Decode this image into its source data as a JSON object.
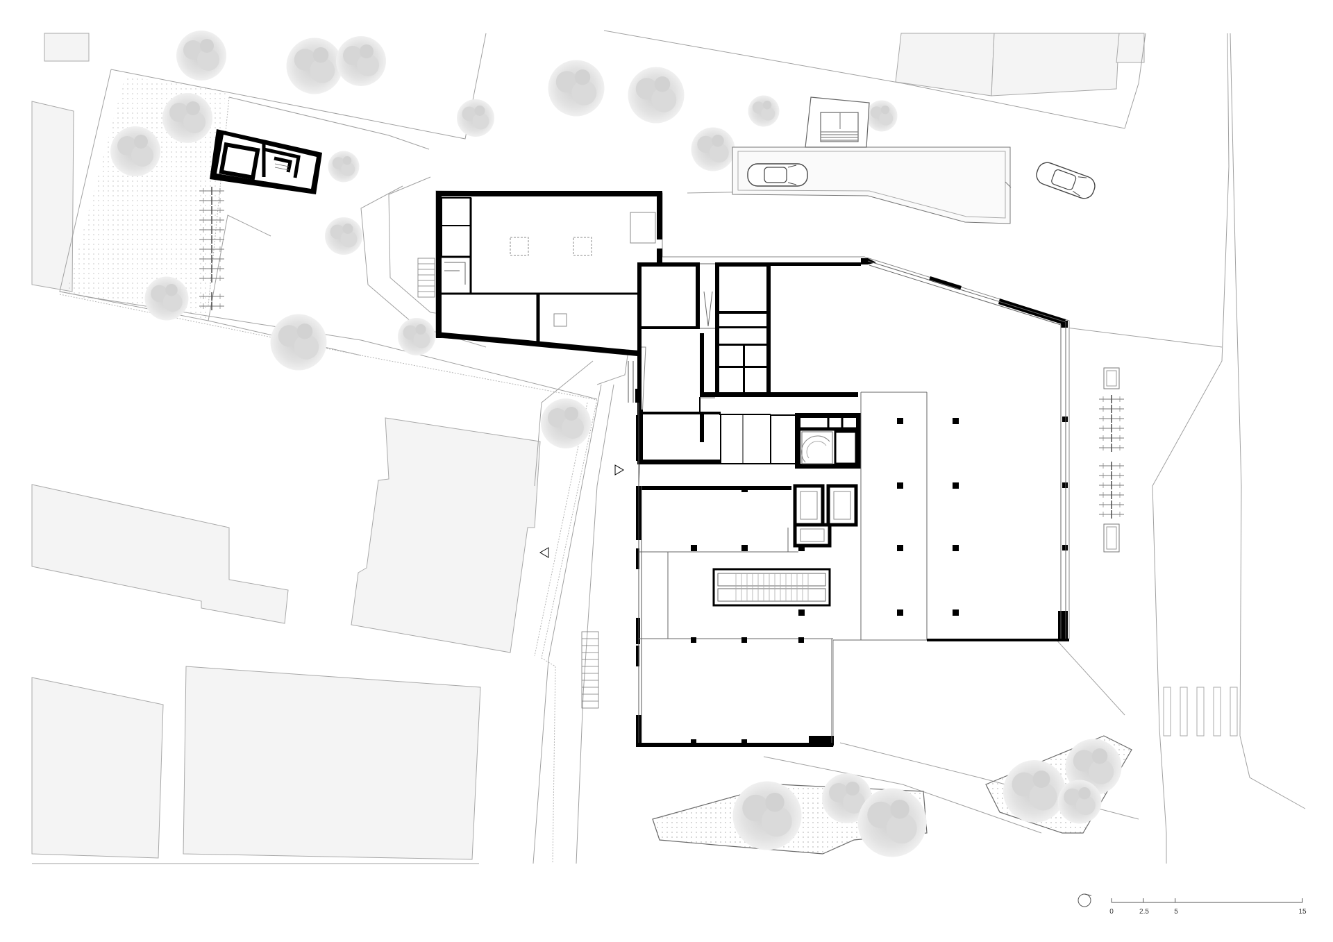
{
  "scale_bar": {
    "ticks": [
      "0",
      "2.5",
      "5",
      "15"
    ]
  },
  "icons": {
    "north_arrow": "north-arrow-icon",
    "entrance_arrow": "triangle-icon",
    "car": "car-icon",
    "tree": "tree-canopy-icon",
    "bicycle_rack": "bicycle-rack-icon"
  },
  "colors": {
    "wall": "#000000",
    "line": "#9a9a9a",
    "neighbour_fill": "#f4f4f4",
    "tree": "#d9d9d9",
    "background": "#ffffff"
  }
}
